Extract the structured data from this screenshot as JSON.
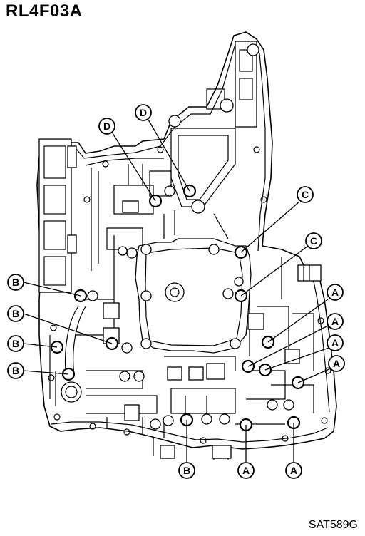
{
  "title": "RL4F03A",
  "figure_code": "SAT589G",
  "callouts": [
    {
      "id": "D1",
      "letter": "D"
    },
    {
      "id": "D2",
      "letter": "D"
    },
    {
      "id": "C1",
      "letter": "C"
    },
    {
      "id": "C2",
      "letter": "C"
    },
    {
      "id": "B1",
      "letter": "B"
    },
    {
      "id": "B2",
      "letter": "B"
    },
    {
      "id": "B3",
      "letter": "B"
    },
    {
      "id": "B4",
      "letter": "B"
    },
    {
      "id": "B5",
      "letter": "B"
    },
    {
      "id": "A1",
      "letter": "A"
    },
    {
      "id": "A2",
      "letter": "A"
    },
    {
      "id": "A3",
      "letter": "A"
    },
    {
      "id": "A4",
      "letter": "A"
    },
    {
      "id": "A5",
      "letter": "A"
    },
    {
      "id": "A6",
      "letter": "A"
    }
  ]
}
